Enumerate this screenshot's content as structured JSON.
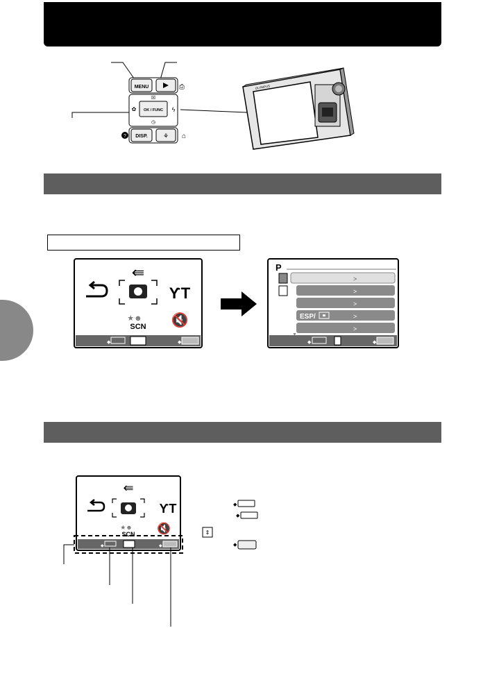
{
  "controls_figure": {
    "menu_label": "MENU",
    "okfunc_label": "OK / FUNC",
    "disp_label": "DISP.",
    "camera_brand": "OLYMPUS"
  },
  "screen1": {
    "scn_label": "SCN"
  },
  "screen2": {
    "mode_letter": "P",
    "menu_items": [
      "",
      "",
      "",
      "ESP/",
      ""
    ]
  },
  "screen3": {
    "scn_label": "SCN"
  }
}
